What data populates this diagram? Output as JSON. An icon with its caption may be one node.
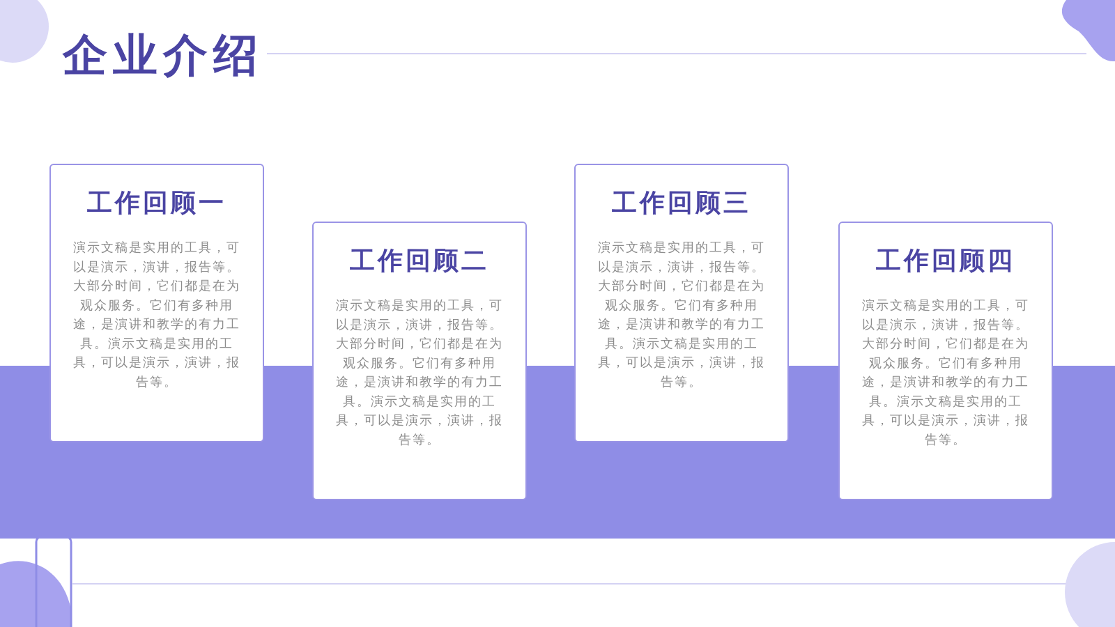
{
  "diagram": {
    "title": "企业介绍",
    "nodes": [
      {
        "text": [
          "工作回顾一",
          "演示文稿是实用的工具，可以是演示，演讲，报告等。大部分时间，它们都是在为观众服务。它们有多种用途，是演讲和教学的有力工具。演示文稿是实用的工具，可以是演示，演讲，报告等。"
        ]
      },
      {
        "text": [
          "工作回顾二",
          "演示文稿是实用的工具，可以是演示，演讲，报告等。大部分时间，它们都是在为观众服务。它们有多种用途，是演讲和教学的有力工具。演示文稿是实用的工具，可以是演示，演讲，报告等。"
        ]
      },
      {
        "text": [
          "工作回顾三",
          "演示文稿是实用的工具，可以是演示，演讲，报告等。大部分时间，它们都是在为观众服务。它们有多种用途，是演讲和教学的有力工具。演示文稿是实用的工具，可以是演示，演讲，报告等。"
        ]
      },
      {
        "text": [
          "工作回顾四",
          "演示文稿是实用的工具，可以是演示，演讲，报告等。大部分时间，它们都是在为观众服务。它们有多种用途，是演讲和教学的有力工具。演示文稿是实用的工具，可以是演示，演讲，报告等。"
        ]
      }
    ],
    "edges": []
  }
}
